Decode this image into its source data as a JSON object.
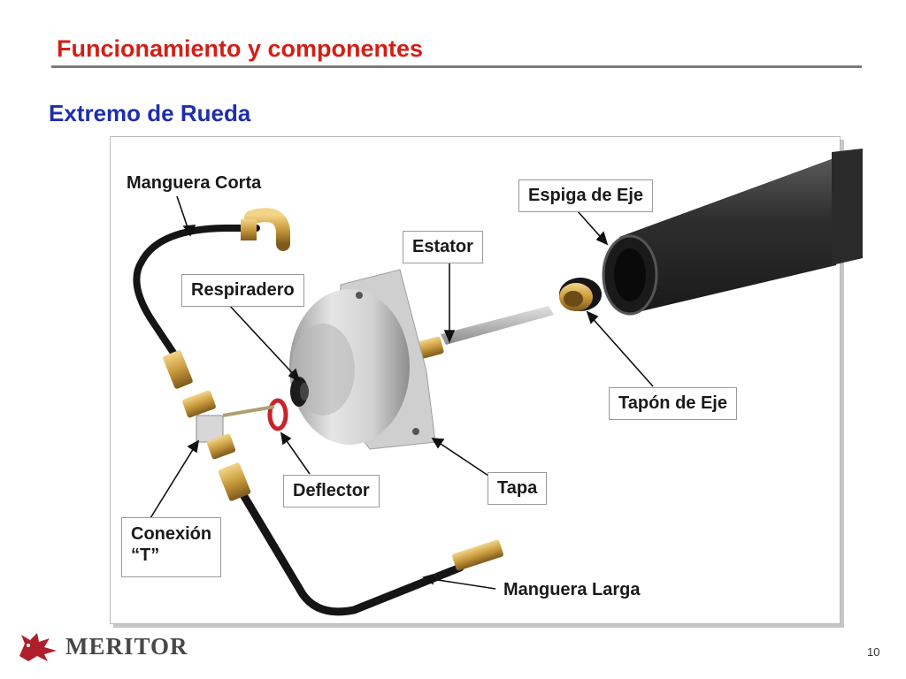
{
  "slide": {
    "title": "Funcionamiento y componentes",
    "subtitle": "Extremo de Rueda",
    "page_number": "10"
  },
  "labels": {
    "manguera_corta": "Manguera Corta",
    "espiga_de_eje": "Espiga de Eje",
    "estator": "Estator",
    "respiradero": "Respiradero",
    "tapon_de_eje": "Tapón de Eje",
    "deflector": "Deflector",
    "tapa": "Tapa",
    "conexion_t": "Conexión\n“T”",
    "manguera_larga": "Manguera Larga"
  },
  "logo": {
    "text": "MERITOR",
    "icon": "meritor-bull-icon",
    "color": "#b11e2b"
  },
  "colors": {
    "title": "#d21f16",
    "subtitle": "#1f2fa8",
    "rule": "#7b7b7b",
    "brass": "#c99a3c",
    "hose": "#151515",
    "hub": "#c8c8c8",
    "spindle": "#2e2e2e",
    "gasket": "#c8242a"
  }
}
